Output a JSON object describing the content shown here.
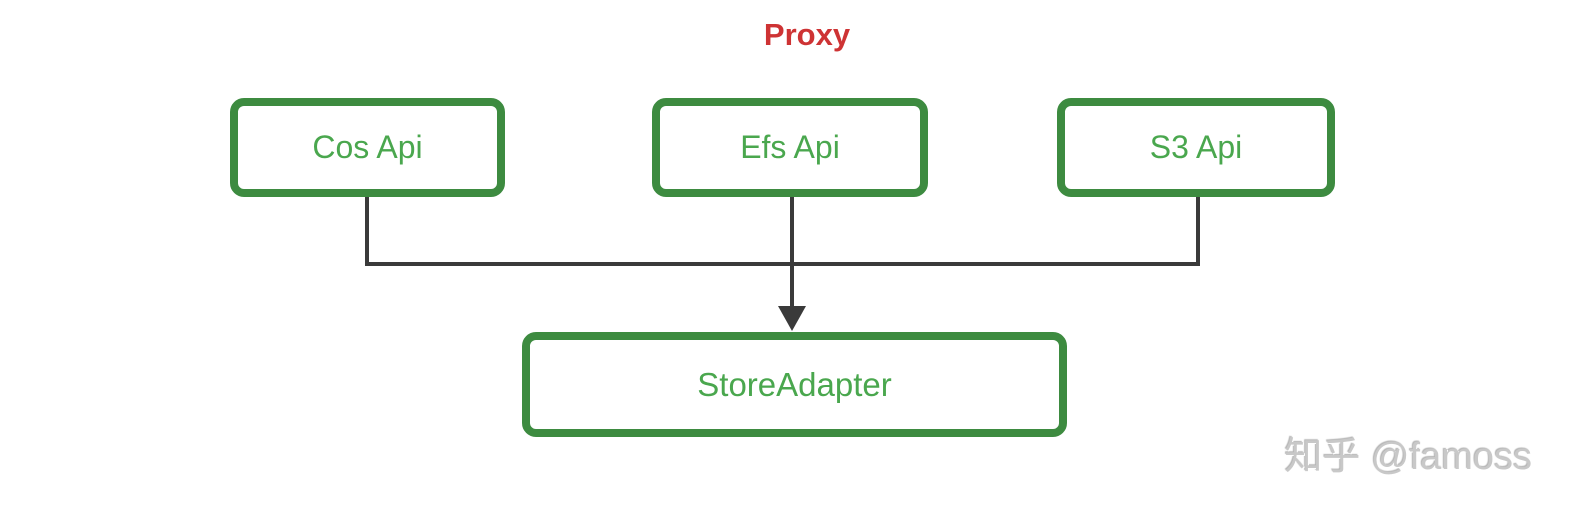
{
  "diagram": {
    "title": "Proxy",
    "nodes": [
      {
        "id": "cos",
        "label": "Cos Api"
      },
      {
        "id": "efs",
        "label": "Efs Api"
      },
      {
        "id": "s3",
        "label": "S3 Api"
      },
      {
        "id": "store",
        "label": "StoreAdapter"
      }
    ],
    "edges": [
      {
        "from": "cos",
        "to": "store",
        "arrow": false
      },
      {
        "from": "efs",
        "to": "store",
        "arrow": true
      },
      {
        "from": "s3",
        "to": "store",
        "arrow": false
      }
    ]
  },
  "watermark": {
    "text": "知乎 @famoss"
  },
  "colors": {
    "green-border": "#3d8b40",
    "green-text": "#4aa74e",
    "red": "#ce3334",
    "line": "#3a3a3a",
    "watermark": "#c8c8c8",
    "background": "#ffffff"
  }
}
